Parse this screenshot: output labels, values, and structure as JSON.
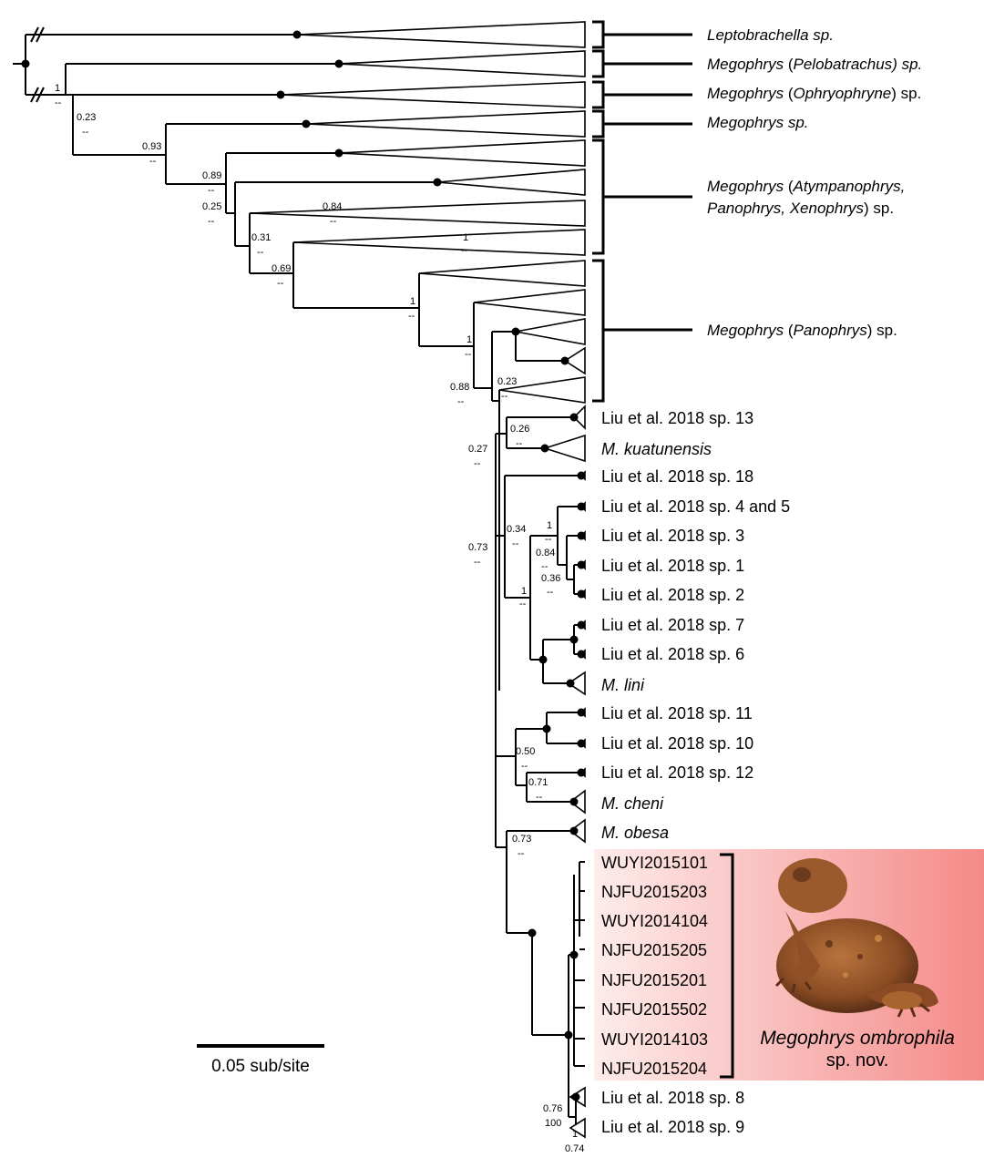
{
  "clades": [
    {
      "id": "leptobrachella",
      "parts": [
        {
          "t": "Leptobrachella sp.",
          "i": true
        }
      ]
    },
    {
      "id": "pelobatrachus",
      "parts": [
        {
          "t": "Megophrys",
          "i": true
        },
        {
          "t": " (",
          "i": false
        },
        {
          "t": "Pelobatrachus",
          "i": true
        },
        {
          "t": ") sp.",
          "i": true
        }
      ]
    },
    {
      "id": "ophryophryne",
      "parts": [
        {
          "t": "Megophrys",
          "i": true
        },
        {
          "t": " (",
          "i": false
        },
        {
          "t": "Ophryophryne",
          "i": true
        },
        {
          "t": ") sp.",
          "i": false
        }
      ]
    },
    {
      "id": "megophrys-sp",
      "parts": [
        {
          "t": "Megophrys sp.",
          "i": true
        }
      ]
    },
    {
      "id": "atympanophrys",
      "parts": [
        {
          "t": "Megophrys",
          "i": true
        },
        {
          "t": " (",
          "i": false
        },
        {
          "t": "Atympanophrys,",
          "i": true
        }
      ],
      "line2": [
        {
          "t": "Panophrys, Xenophrys",
          "i": true
        },
        {
          "t": ") sp.",
          "i": false
        }
      ]
    },
    {
      "id": "panophrys",
      "parts": [
        {
          "t": "Megophrys",
          "i": true
        },
        {
          "t": " (",
          "i": false
        },
        {
          "t": "Panophrys",
          "i": true
        },
        {
          "t": ") sp.",
          "i": false
        }
      ]
    }
  ],
  "tips": [
    {
      "id": "sp13",
      "text": "Liu et al. 2018 sp. 13",
      "italic": false
    },
    {
      "id": "kuatunensis",
      "text": "M. kuatunensis",
      "italic": true
    },
    {
      "id": "sp18",
      "text": "Liu et al. 2018 sp. 18",
      "italic": false
    },
    {
      "id": "sp4and5",
      "text": "Liu et al. 2018 sp. 4 and 5",
      "italic": false
    },
    {
      "id": "sp3",
      "text": "Liu et al. 2018 sp. 3",
      "italic": false
    },
    {
      "id": "sp1",
      "text": "Liu et al. 2018 sp. 1",
      "italic": false
    },
    {
      "id": "sp2",
      "text": "Liu et al. 2018 sp. 2",
      "italic": false
    },
    {
      "id": "sp7",
      "text": "Liu et al. 2018 sp. 7",
      "italic": false
    },
    {
      "id": "sp6",
      "text": "Liu et al. 2018 sp. 6",
      "italic": false
    },
    {
      "id": "lini",
      "text": "M. lini",
      "italic": true
    },
    {
      "id": "sp11",
      "text": "Liu et al. 2018 sp. 11",
      "italic": false
    },
    {
      "id": "sp10",
      "text": "Liu et al. 2018 sp. 10",
      "italic": false
    },
    {
      "id": "sp12",
      "text": "Liu et al. 2018 sp. 12",
      "italic": false
    },
    {
      "id": "cheni",
      "text": "M. cheni",
      "italic": true
    },
    {
      "id": "obesa",
      "text": "M. obesa",
      "italic": true
    },
    {
      "id": "wuyi2015101",
      "text": "WUYI2015101",
      "italic": false
    },
    {
      "id": "njfu2015203",
      "text": "NJFU2015203",
      "italic": false
    },
    {
      "id": "wuyi2014104",
      "text": "WUYI2014104",
      "italic": false
    },
    {
      "id": "njfu2015205",
      "text": "NJFU2015205",
      "italic": false
    },
    {
      "id": "njfu2015201",
      "text": "NJFU2015201",
      "italic": false
    },
    {
      "id": "njfu2015502",
      "text": "NJFU2015502",
      "italic": false
    },
    {
      "id": "wuyi2014103",
      "text": "WUYI2014103",
      "italic": false
    },
    {
      "id": "njfu2015204",
      "text": "NJFU2015204",
      "italic": false
    },
    {
      "id": "sp8",
      "text": "Liu et al. 2018 sp. 8",
      "italic": false
    },
    {
      "id": "sp9",
      "text": "Liu et al. 2018 sp. 9",
      "italic": false
    }
  ],
  "supports": [
    {
      "id": "s-1-root",
      "value": "1"
    },
    {
      "id": "s-0-23",
      "value": "0.23"
    },
    {
      "id": "s-0-93",
      "value": "0.93"
    },
    {
      "id": "s-0-89",
      "value": "0.89"
    },
    {
      "id": "s-0-25",
      "value": "0.25"
    },
    {
      "id": "s-0-84",
      "value": "0.84"
    },
    {
      "id": "s-0-31",
      "value": "0.31"
    },
    {
      "id": "s-1-atym",
      "value": "1"
    },
    {
      "id": "s-0-69",
      "value": "0.69"
    },
    {
      "id": "s-1-pan",
      "value": "1"
    },
    {
      "id": "s-1-pan2",
      "value": "1"
    },
    {
      "id": "s-0-88",
      "value": "0.88"
    },
    {
      "id": "s-0-23b",
      "value": "0.23"
    },
    {
      "id": "s-0-26",
      "value": "0.26"
    },
    {
      "id": "s-0-27",
      "value": "0.27"
    },
    {
      "id": "s-0-34",
      "value": "0.34"
    },
    {
      "id": "s-1-sp3",
      "value": "1"
    },
    {
      "id": "s-0-84b",
      "value": "0.84"
    },
    {
      "id": "s-0-36",
      "value": "0.36"
    },
    {
      "id": "s-0-73",
      "value": "0.73"
    },
    {
      "id": "s-1-lini",
      "value": "1"
    },
    {
      "id": "s-0-50",
      "value": "0.50"
    },
    {
      "id": "s-0-71",
      "value": "0.71"
    },
    {
      "id": "s-0-73b",
      "value": "0.73"
    },
    {
      "id": "s-0-76",
      "value": "0.76"
    },
    {
      "id": "s-100",
      "value": "100"
    },
    {
      "id": "s-1-sp9",
      "value": "1"
    },
    {
      "id": "s-0-74",
      "value": "0.74"
    }
  ],
  "dash": "--",
  "new_species": {
    "name": "Megophrys ombrophila",
    "suffix": "sp. nov."
  },
  "scale_bar": {
    "label": "0.05 sub/site"
  },
  "colors": {
    "highlight_from": "#fdeceb",
    "highlight_to": "#f48a88",
    "frog": "#9a5a2c"
  }
}
